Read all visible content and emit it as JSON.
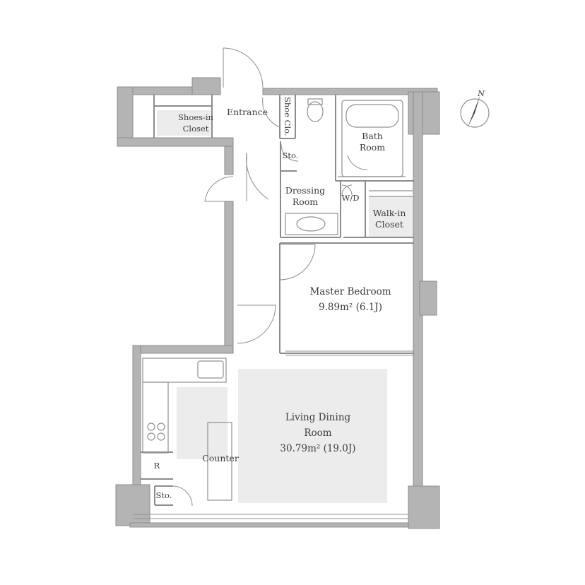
{
  "rooms": {
    "shoes_in_closet": [
      "Shoes-in",
      "Closet"
    ],
    "entrance": "Entrance",
    "shoe_closet": "Shoe Clo.",
    "storage_top": "Sto.",
    "bath_room": [
      "Bath",
      "Room"
    ],
    "dressing_room": [
      "Dressing",
      "Room"
    ],
    "washer_dryer": "W/D",
    "walk_in_closet": [
      "Walk-in",
      "Closet"
    ],
    "master_bedroom": [
      "Master Bedroom",
      "9.89m² (6.1J)"
    ],
    "living_dining_room": [
      "Living Dining",
      "Room",
      "30.79m² (19.0J)"
    ],
    "counter": "Counter",
    "refrigerator": "R",
    "storage_bottom": "Sto."
  },
  "compass": {
    "label": "N"
  },
  "colors": {
    "wall": "#b4b4b4",
    "wall_edge": "#8c8c8c",
    "floor_shade": "#ececec",
    "line": "#909090",
    "text": "#3c3c3c"
  }
}
